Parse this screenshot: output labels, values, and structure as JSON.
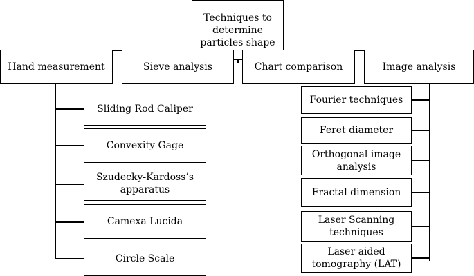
{
  "root": {
    "label": "Techniques to determine particles shape"
  },
  "categories": [
    {
      "label": "Hand measurement"
    },
    {
      "label": "Sieve analysis"
    },
    {
      "label": "Chart comparison"
    },
    {
      "label": "Image analysis"
    }
  ],
  "hand_measurement_items": [
    {
      "label": "Sliding Rod Caliper"
    },
    {
      "label": "Convexity Gage"
    },
    {
      "label": "Szudecky-Kardoss’s apparatus"
    },
    {
      "label": "Camexa Lucida"
    },
    {
      "label": "Circle Scale"
    }
  ],
  "image_analysis_items": [
    {
      "label": "Fourier techniques"
    },
    {
      "label": "Feret diameter"
    },
    {
      "label": "Orthogonal image analysis"
    },
    {
      "label": "Fractal dimension"
    },
    {
      "label": "Laser Scanning techniques"
    },
    {
      "label": "Laser aided tomography (LAT)"
    }
  ]
}
